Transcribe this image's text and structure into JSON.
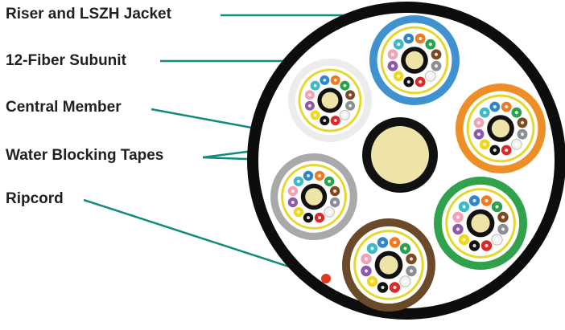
{
  "labels": {
    "jacket": "Riser and LSZH Jacket",
    "subunit": "12-Fiber Subunit",
    "central": "Central Member",
    "tapes": "Water Blocking Tapes",
    "ripcord": "Ripcord"
  },
  "colors": {
    "leader": "#138a80",
    "jacket": "#0d0d0d",
    "jacket_inner": "#ffffff",
    "central_fill": "#efe4a8",
    "central_ring": "#111111",
    "core_yellow": "#e6d72e",
    "ripcord": "#e1391f"
  },
  "subunits": [
    {
      "name": "blue",
      "ring": "#3f92cf"
    },
    {
      "name": "white",
      "ring": "#ececec"
    },
    {
      "name": "orange",
      "ring": "#ee8e26"
    },
    {
      "name": "slate",
      "ring": "#a9a9a9"
    },
    {
      "name": "green",
      "ring": "#2fa24b"
    },
    {
      "name": "brown",
      "ring": "#6b4a2a"
    }
  ],
  "fiber_colors": [
    "#2f86c9",
    "#ee7a22",
    "#2aa24b",
    "#7a4a22",
    "#8a8f94",
    "#f2f2f2",
    "#d72b2b",
    "#111111",
    "#f1d81e",
    "#8e5aa6",
    "#f0a3b4",
    "#3fb9c6"
  ]
}
